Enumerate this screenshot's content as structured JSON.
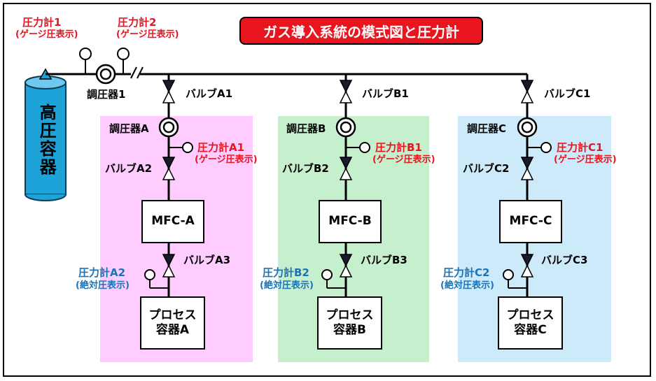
{
  "title": "ガス導入系統の模式図と圧力計",
  "cylinder_label": "高圧容器",
  "top": {
    "gauge1": {
      "label": "圧力計1",
      "sub": "(ゲージ圧表示)"
    },
    "gauge2": {
      "label": "圧力計2",
      "sub": "(ゲージ圧表示)"
    },
    "regulator": "調圧器1"
  },
  "lines": [
    {
      "key": "A",
      "panel_color": "#ffccff",
      "valve1": "バルブA1",
      "regulator": "調圧器A",
      "gauge1": {
        "label": "圧力計A1",
        "sub": "(ゲージ圧表示)"
      },
      "valve2": "バルブA2",
      "mfc": "MFC-A",
      "valve3": "バルブA3",
      "gauge2": {
        "label": "圧力計A2",
        "sub": "(絶対圧表示)"
      },
      "process": "プロセス\n容器A"
    },
    {
      "key": "B",
      "panel_color": "#c6efce",
      "valve1": "バルブB1",
      "regulator": "調圧器B",
      "gauge1": {
        "label": "圧力計B1",
        "sub": "(ゲージ圧表示)"
      },
      "valve2": "バルブB2",
      "mfc": "MFC-B",
      "valve3": "バルブB3",
      "gauge2": {
        "label": "圧力計B2",
        "sub": "(絶対圧表示)"
      },
      "process": "プロセス\n容器B"
    },
    {
      "key": "C",
      "panel_color": "#cdeafa",
      "valve1": "バルブC1",
      "regulator": "調圧器C",
      "gauge1": {
        "label": "圧力計C1",
        "sub": "(ゲージ圧表示)"
      },
      "valve2": "バルブC2",
      "mfc": "MFC-C",
      "valve3": "バルブC3",
      "gauge2": {
        "label": "圧力計C2",
        "sub": "(絶対圧表示)"
      },
      "process": "プロセス\n容器C"
    }
  ],
  "colors": {
    "gauge_text_gauge": "#e8141e",
    "gauge_text_absolute": "#1a73b7",
    "cylinder": "#1ea3d9",
    "title_bg": "#e8141e"
  }
}
